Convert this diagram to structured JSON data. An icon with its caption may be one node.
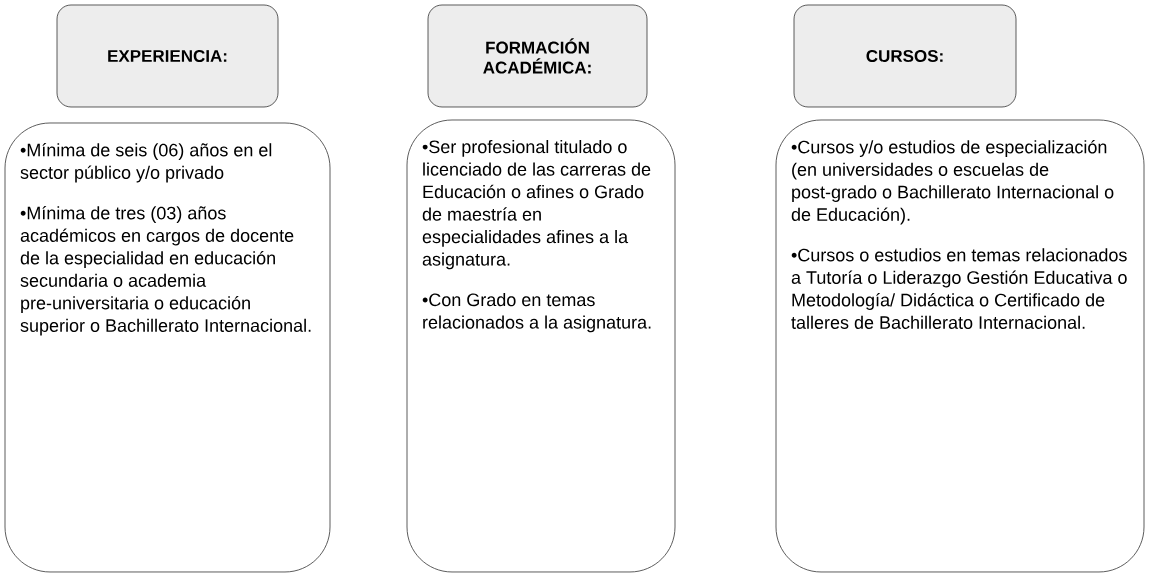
{
  "diagram": {
    "nodes": [
      {
        "text": [
          "EXPERIENCIA:"
        ]
      },
      {
        "text": [
          "•Mínima de seis (06) años en el sector público y/o privado",
          "•Mínima de tres (03) años académicos en cargos de docente de la especialidad en educación secundaria o academia pre-universitaria o educación superior o Bachillerato Internacional."
        ]
      },
      {
        "text": [
          "FORMACIÓN ACADÉMICA:"
        ]
      },
      {
        "text": [
          "•Ser profesional titulado o licenciado de las carreras de Educación o afines o Grado de maestría en especialidades afines a la asignatura.",
          "•Con Grado en temas relacionados a la asignatura."
        ]
      },
      {
        "text": [
          "CURSOS:"
        ]
      },
      {
        "text": [
          "•Cursos y/o estudios de especialización (en universidades o escuelas de post-grado o Bachillerato Internacional o de Educación).",
          "•Cursos o estudios en temas relacionados a Tutoría o Liderazgo Gestión Educativa o Metodología/ Didáctica o Certificado de talleres de Bachillerato Internacional."
        ]
      }
    ]
  }
}
